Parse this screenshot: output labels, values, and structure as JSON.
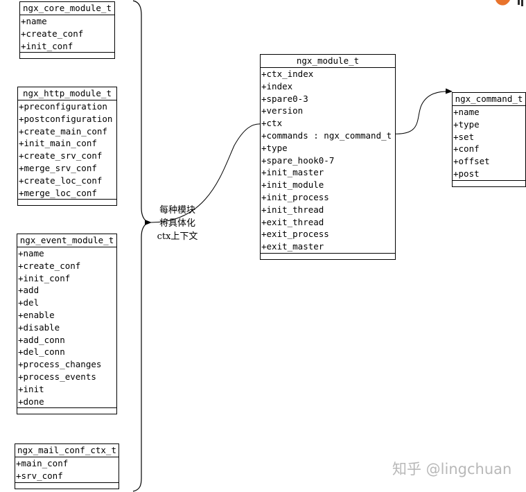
{
  "core_module": {
    "title": "ngx_core_module_t",
    "fields": [
      "+name",
      "+create_conf",
      "+init_conf"
    ]
  },
  "http_module": {
    "title": "ngx_http_module_t",
    "fields": [
      "+preconfiguration",
      "+postconfiguration",
      "+create_main_conf",
      "+init_main_conf",
      "+create_srv_conf",
      "+merge_srv_conf",
      "+create_loc_conf",
      "+merge_loc_conf"
    ]
  },
  "event_module": {
    "title": "ngx_event_module_t",
    "fields": [
      "+name",
      "+create_conf",
      "+init_conf",
      "+add",
      "+del",
      "+enable",
      "+disable",
      "+add_conn",
      "+del_conn",
      "+process_changes",
      "+process_events",
      "+init",
      "+done"
    ]
  },
  "mail_conf_ctx": {
    "title": "ngx_mail_conf_ctx_t",
    "fields": [
      "+main_conf",
      "+srv_conf"
    ]
  },
  "module": {
    "title": "ngx_module_t",
    "fields": [
      "+ctx_index",
      "+index",
      "+spare0-3",
      "+version",
      "+ctx",
      "+commands : ngx_command_t",
      "+type",
      "+spare_hook0-7",
      "+init_master",
      "+init_module",
      "+init_process",
      "+init_thread",
      "+exit_thread",
      "+exit_process",
      "+exit_master"
    ]
  },
  "command": {
    "title": "ngx_command_t",
    "fields": [
      "+name",
      "+type",
      "+set",
      "+conf",
      "+offset",
      "+post"
    ]
  },
  "note": {
    "lines": [
      "每种模块",
      "将具体化",
      "ctx上下文"
    ]
  },
  "watermark": "知乎 @lingchuan",
  "colors": {
    "line": "#000000",
    "watermark": "#b8b8b8",
    "logo": "#e8732c"
  }
}
